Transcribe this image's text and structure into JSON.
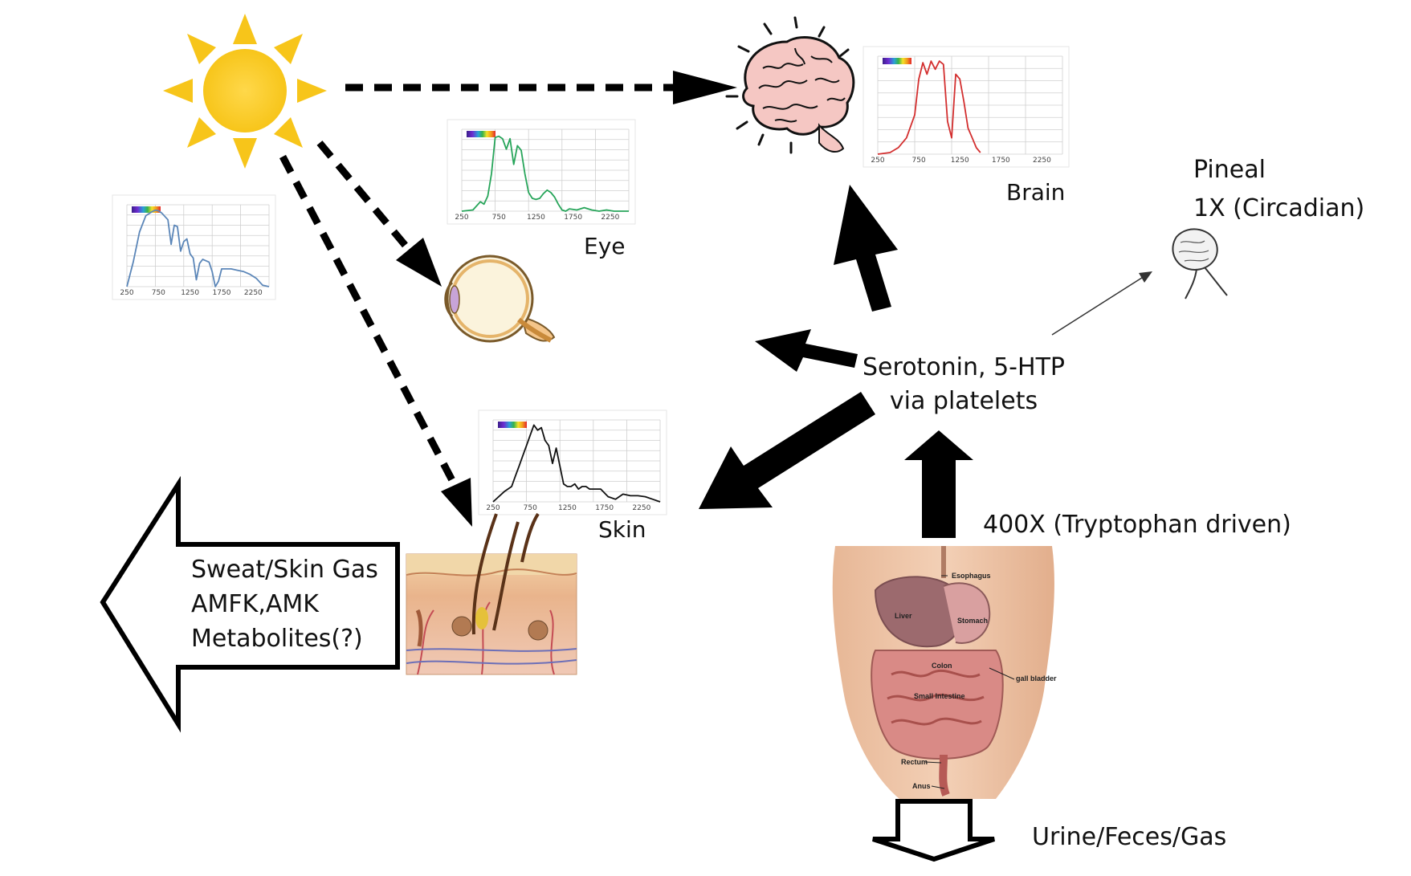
{
  "labels": {
    "eye": "Eye",
    "brain": "Brain",
    "skin": "Skin",
    "pineal_line1": "Pineal",
    "pineal_line2": "1X (Circadian)",
    "serotonin_line1": "Serotonin, 5-HTP",
    "serotonin_line2": "via platelets",
    "tryptophan": "400X (Tryptophan driven)",
    "output_line1": "Sweat/Skin Gas",
    "output_line2": "AMFK,AMK",
    "output_line3": "Metabolites(?)",
    "excretion": "Urine/Feces/Gas"
  },
  "anatomy_labels": {
    "esophagus": "Esophagus",
    "liver": "Liver",
    "stomach": "Stomach",
    "colon": "Colon",
    "gall_bladder": "gall bladder",
    "small_intestine": "Small Intestine",
    "rectum": "Rectum",
    "anus": "Anus"
  },
  "colors": {
    "sun": "#f7c51a",
    "sun_light": "#ffd84a",
    "arrow": "#000000",
    "sunlight_curve": "#5b86b8",
    "eye_curve": "#27a55a",
    "brain_curve": "#d32f2f",
    "skin_curve": "#111111",
    "grid": "#cfcfcf"
  },
  "icons": [
    "sun-icon",
    "brain-icon",
    "eye-icon",
    "skin-icon",
    "digestive-system-icon",
    "pineal-icon"
  ],
  "chart_data": [
    {
      "type": "line",
      "name": "sunlight-spectrum",
      "x": [
        250,
        350,
        450,
        550,
        650,
        700,
        750,
        800,
        900,
        950,
        1000,
        1050,
        1100,
        1150,
        1200,
        1250,
        1300,
        1350,
        1400,
        1450,
        1500,
        1550,
        1600,
        1650,
        1700,
        1750,
        1800,
        1900,
        2000,
        2100,
        2200,
        2300,
        2400,
        2500
      ],
      "y": [
        0.0,
        0.9,
        2.0,
        2.6,
        2.75,
        2.8,
        2.78,
        2.7,
        2.45,
        1.55,
        2.25,
        2.2,
        1.3,
        1.65,
        1.75,
        1.2,
        1.05,
        0.25,
        0.85,
        1.0,
        0.95,
        0.9,
        0.55,
        0.0,
        0.2,
        0.65,
        0.65,
        0.65,
        0.6,
        0.55,
        0.45,
        0.3,
        0.05,
        0.0
      ],
      "xticks": [
        "250",
        "750",
        "1250",
        "1750",
        "2250"
      ],
      "ylim": [
        0,
        3
      ],
      "xlim": [
        250,
        2500
      ]
    },
    {
      "type": "line",
      "name": "eye-spectrum",
      "x": [
        250,
        400,
        500,
        550,
        600,
        650,
        700,
        750,
        800,
        850,
        900,
        950,
        1000,
        1050,
        1100,
        1150,
        1200,
        1250,
        1300,
        1350,
        1400,
        1450,
        1500,
        1550,
        1600,
        1650,
        1700,
        1800,
        1900,
        2000,
        2100,
        2200,
        2300,
        2500
      ],
      "y": [
        0.0,
        0.1,
        0.8,
        0.6,
        1.3,
        3.2,
        6.3,
        6.4,
        6.2,
        5.3,
        6.2,
        4.0,
        5.6,
        5.2,
        3.2,
        1.6,
        1.1,
        1.0,
        1.1,
        1.5,
        1.8,
        1.6,
        1.2,
        0.6,
        0.1,
        0.0,
        0.2,
        0.1,
        0.3,
        0.1,
        0.0,
        0.1,
        0.0,
        0.0
      ],
      "xticks": [
        "250",
        "750",
        "1250",
        "1750",
        "2250"
      ],
      "ylim": [
        0,
        7
      ],
      "xlim": [
        250,
        2500
      ]
    },
    {
      "type": "line",
      "name": "brain-spectrum",
      "x": [
        250,
        400,
        500,
        600,
        700,
        750,
        800,
        850,
        900,
        950,
        1000,
        1050,
        1100,
        1150,
        1200,
        1250,
        1300,
        1350,
        1400,
        1450,
        1500
      ],
      "y": [
        0.0,
        0.05,
        0.2,
        0.5,
        1.2,
        2.3,
        2.8,
        2.45,
        2.85,
        2.6,
        2.85,
        2.75,
        1.0,
        0.5,
        2.45,
        2.3,
        1.6,
        0.8,
        0.5,
        0.2,
        0.05
      ],
      "xticks": [
        "250",
        "750",
        "1250",
        "1750",
        "2250"
      ],
      "ylim": [
        0,
        3
      ],
      "xlim": [
        250,
        2500
      ]
    },
    {
      "type": "line",
      "name": "skin-spectrum",
      "x": [
        250,
        400,
        500,
        550,
        600,
        650,
        700,
        750,
        800,
        850,
        900,
        950,
        1000,
        1050,
        1100,
        1150,
        1200,
        1250,
        1300,
        1350,
        1400,
        1450,
        1500,
        1550,
        1600,
        1700,
        1800,
        1900,
        2000,
        2100,
        2200,
        2300,
        2400,
        2500
      ],
      "y": [
        0.0,
        0.2,
        0.3,
        0.5,
        0.7,
        0.9,
        1.1,
        1.3,
        1.5,
        1.4,
        1.45,
        1.2,
        1.1,
        0.75,
        1.05,
        0.7,
        0.35,
        0.3,
        0.3,
        0.35,
        0.25,
        0.3,
        0.3,
        0.25,
        0.25,
        0.25,
        0.1,
        0.05,
        0.15,
        0.12,
        0.12,
        0.1,
        0.05,
        0.0
      ],
      "xticks": [
        "250",
        "750",
        "1250",
        "1750",
        "2250"
      ],
      "ylim": [
        0,
        1.6
      ],
      "xlim": [
        250,
        2500
      ]
    }
  ]
}
